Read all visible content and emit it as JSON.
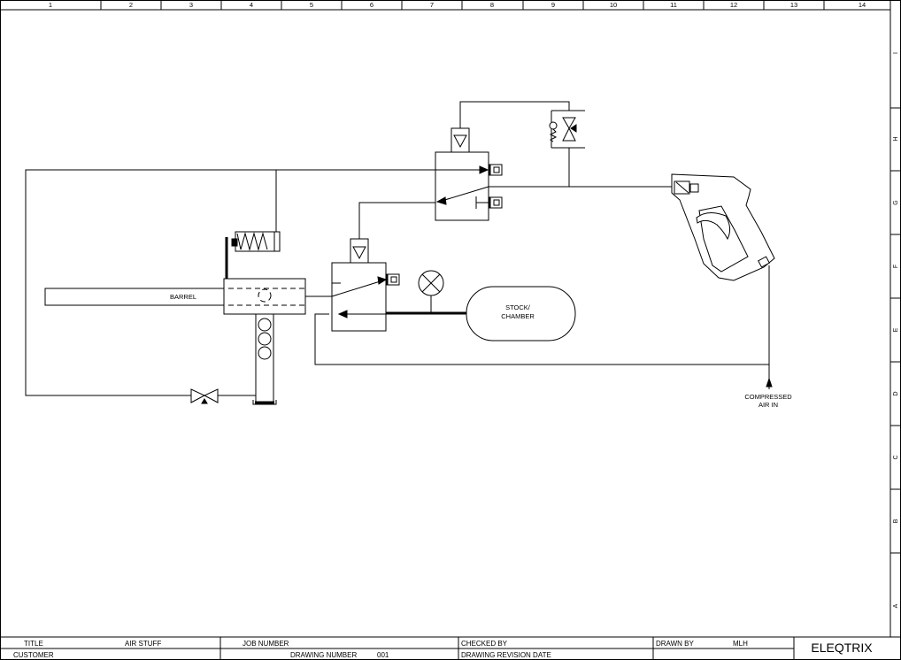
{
  "frame": {
    "columns": [
      "1",
      "2",
      "3",
      "4",
      "5",
      "6",
      "7",
      "8",
      "9",
      "10",
      "11",
      "12",
      "13",
      "14"
    ],
    "rows": [
      "I",
      "H",
      "G",
      "F",
      "E",
      "D",
      "C",
      "B",
      "A"
    ]
  },
  "diagram": {
    "barrel_label": "BARREL",
    "stock_label_line1": "STOCK/",
    "stock_label_line2": "CHAMBER",
    "air_label_line1": "COMPRESSED",
    "air_label_line2": "AIR IN"
  },
  "title_block": {
    "title_label": "TITLE",
    "title_value": "AIR STUFF",
    "customer_label": "CUSTOMER",
    "job_number_label": "JOB NUMBER",
    "drawing_number_label": "DRAWING NUMBER",
    "drawing_number_value": "001",
    "checked_by_label": "CHECKED BY",
    "revision_date_label": "DRAWING REVISION DATE",
    "drawn_by_label": "DRAWN BY",
    "drawn_by_value": "MLH",
    "company": "ELEQTRIX"
  }
}
